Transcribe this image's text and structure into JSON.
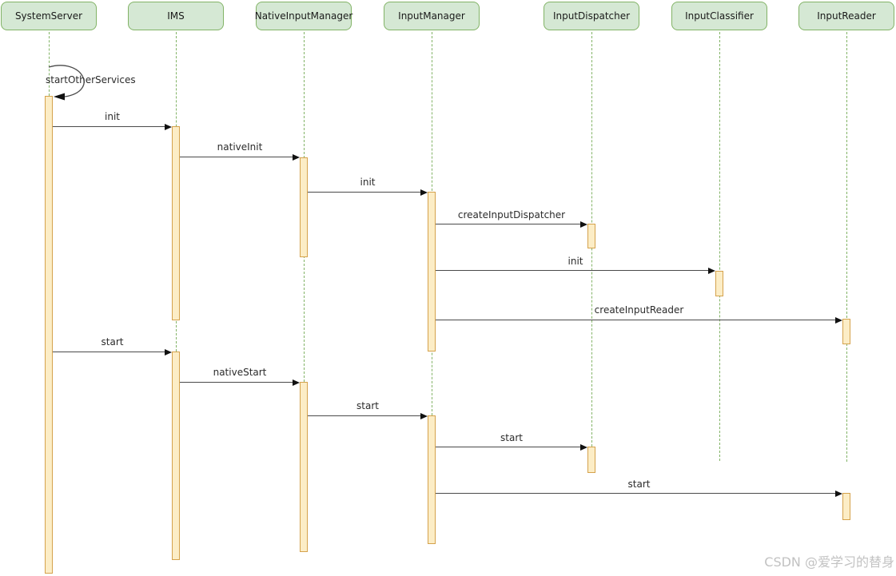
{
  "diagram": {
    "type": "uml-sequence-diagram",
    "actors": [
      {
        "label": "SystemServer"
      },
      {
        "label": "IMS"
      },
      {
        "label": "NativeInputManager"
      },
      {
        "label": "InputManager"
      },
      {
        "label": "InputDispatcher"
      },
      {
        "label": "InputClassifier"
      },
      {
        "label": "InputReader"
      }
    ],
    "messages": [
      {
        "label": "startOtherServices",
        "from": "SystemServer",
        "to": "SystemServer",
        "kind": "self"
      },
      {
        "label": "init",
        "from": "SystemServer",
        "to": "IMS",
        "kind": "sync"
      },
      {
        "label": "nativeInit",
        "from": "IMS",
        "to": "NativeInputManager",
        "kind": "sync"
      },
      {
        "label": "init",
        "from": "NativeInputManager",
        "to": "InputManager",
        "kind": "sync"
      },
      {
        "label": "createInputDispatcher",
        "from": "InputManager",
        "to": "InputDispatcher",
        "kind": "sync"
      },
      {
        "label": "init",
        "from": "InputManager",
        "to": "InputClassifier",
        "kind": "sync"
      },
      {
        "label": "createInputReader",
        "from": "InputManager",
        "to": "InputReader",
        "kind": "sync"
      },
      {
        "label": "start",
        "from": "SystemServer",
        "to": "IMS",
        "kind": "sync"
      },
      {
        "label": "nativeStart",
        "from": "IMS",
        "to": "NativeInputManager",
        "kind": "sync"
      },
      {
        "label": "start",
        "from": "NativeInputManager",
        "to": "InputManager",
        "kind": "sync"
      },
      {
        "label": "start",
        "from": "InputManager",
        "to": "InputDispatcher",
        "kind": "sync"
      },
      {
        "label": "start",
        "from": "InputManager",
        "to": "InputReader",
        "kind": "sync"
      }
    ],
    "colors": {
      "actor_fill": "#d5e8d4",
      "actor_border": "#82b366",
      "lifeline": "#82b366",
      "activation_fill": "#fcedc6",
      "activation_border": "#d5a24c",
      "message_line": "#4a4a4a",
      "arrowhead": "#111111"
    },
    "watermark": "CSDN @爱学习的替身"
  }
}
